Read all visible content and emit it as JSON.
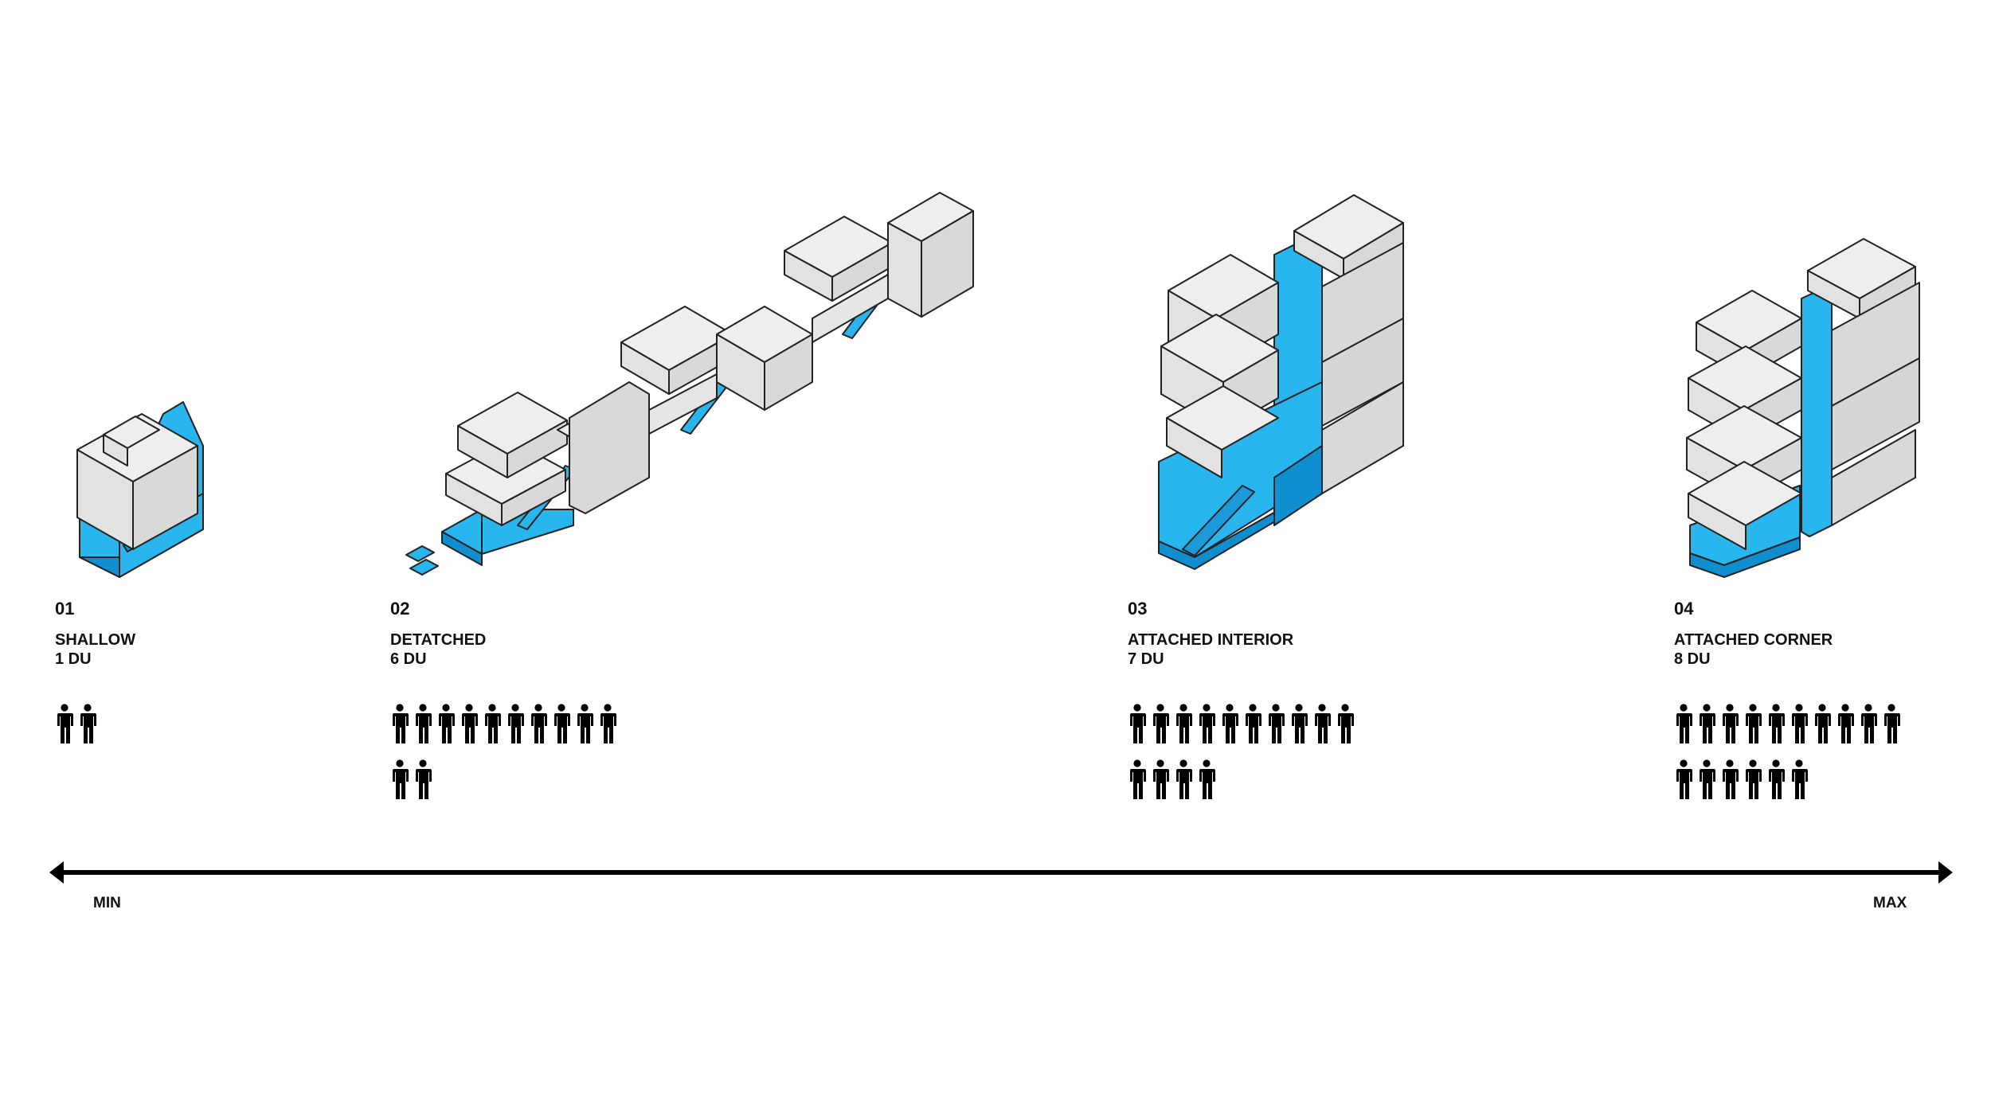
{
  "colors": {
    "block": "#e6e6e6",
    "stroke": "#222222",
    "circulation": "#29b6ee",
    "circulation_dark": "#0f8fd0",
    "text": "#111111"
  },
  "typologies": [
    {
      "number": "01",
      "name": "SHALLOW",
      "units": "1 DU",
      "people_count": 2
    },
    {
      "number": "02",
      "name": "DETATCHED",
      "units": "6 DU",
      "people_count": 12
    },
    {
      "number": "03",
      "name": "ATTACHED INTERIOR",
      "units": "7 DU",
      "people_count": 14
    },
    {
      "number": "04",
      "name": "ATTACHED CORNER",
      "units": "8 DU",
      "people_count": 16
    }
  ],
  "people_icon": "person-icon",
  "axis": {
    "min_label": "MIN",
    "max_label": "MAX",
    "icon": "double-arrow-icon"
  }
}
